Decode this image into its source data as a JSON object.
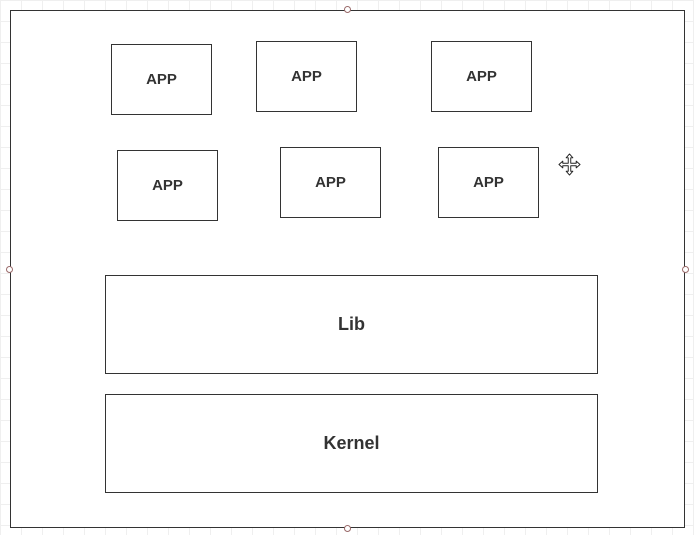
{
  "diagram": {
    "apps": [
      {
        "label": "APP"
      },
      {
        "label": "APP"
      },
      {
        "label": "APP"
      },
      {
        "label": "APP"
      },
      {
        "label": "APP"
      },
      {
        "label": "APP"
      }
    ],
    "lib": {
      "label": "Lib"
    },
    "kernel": {
      "label": "Kernel"
    }
  },
  "icons": {
    "cursor": "move-cursor-icon"
  },
  "colors": {
    "stroke": "#333333",
    "text": "#333333",
    "grid": "#efefef",
    "handle": "#9a6a6a"
  }
}
